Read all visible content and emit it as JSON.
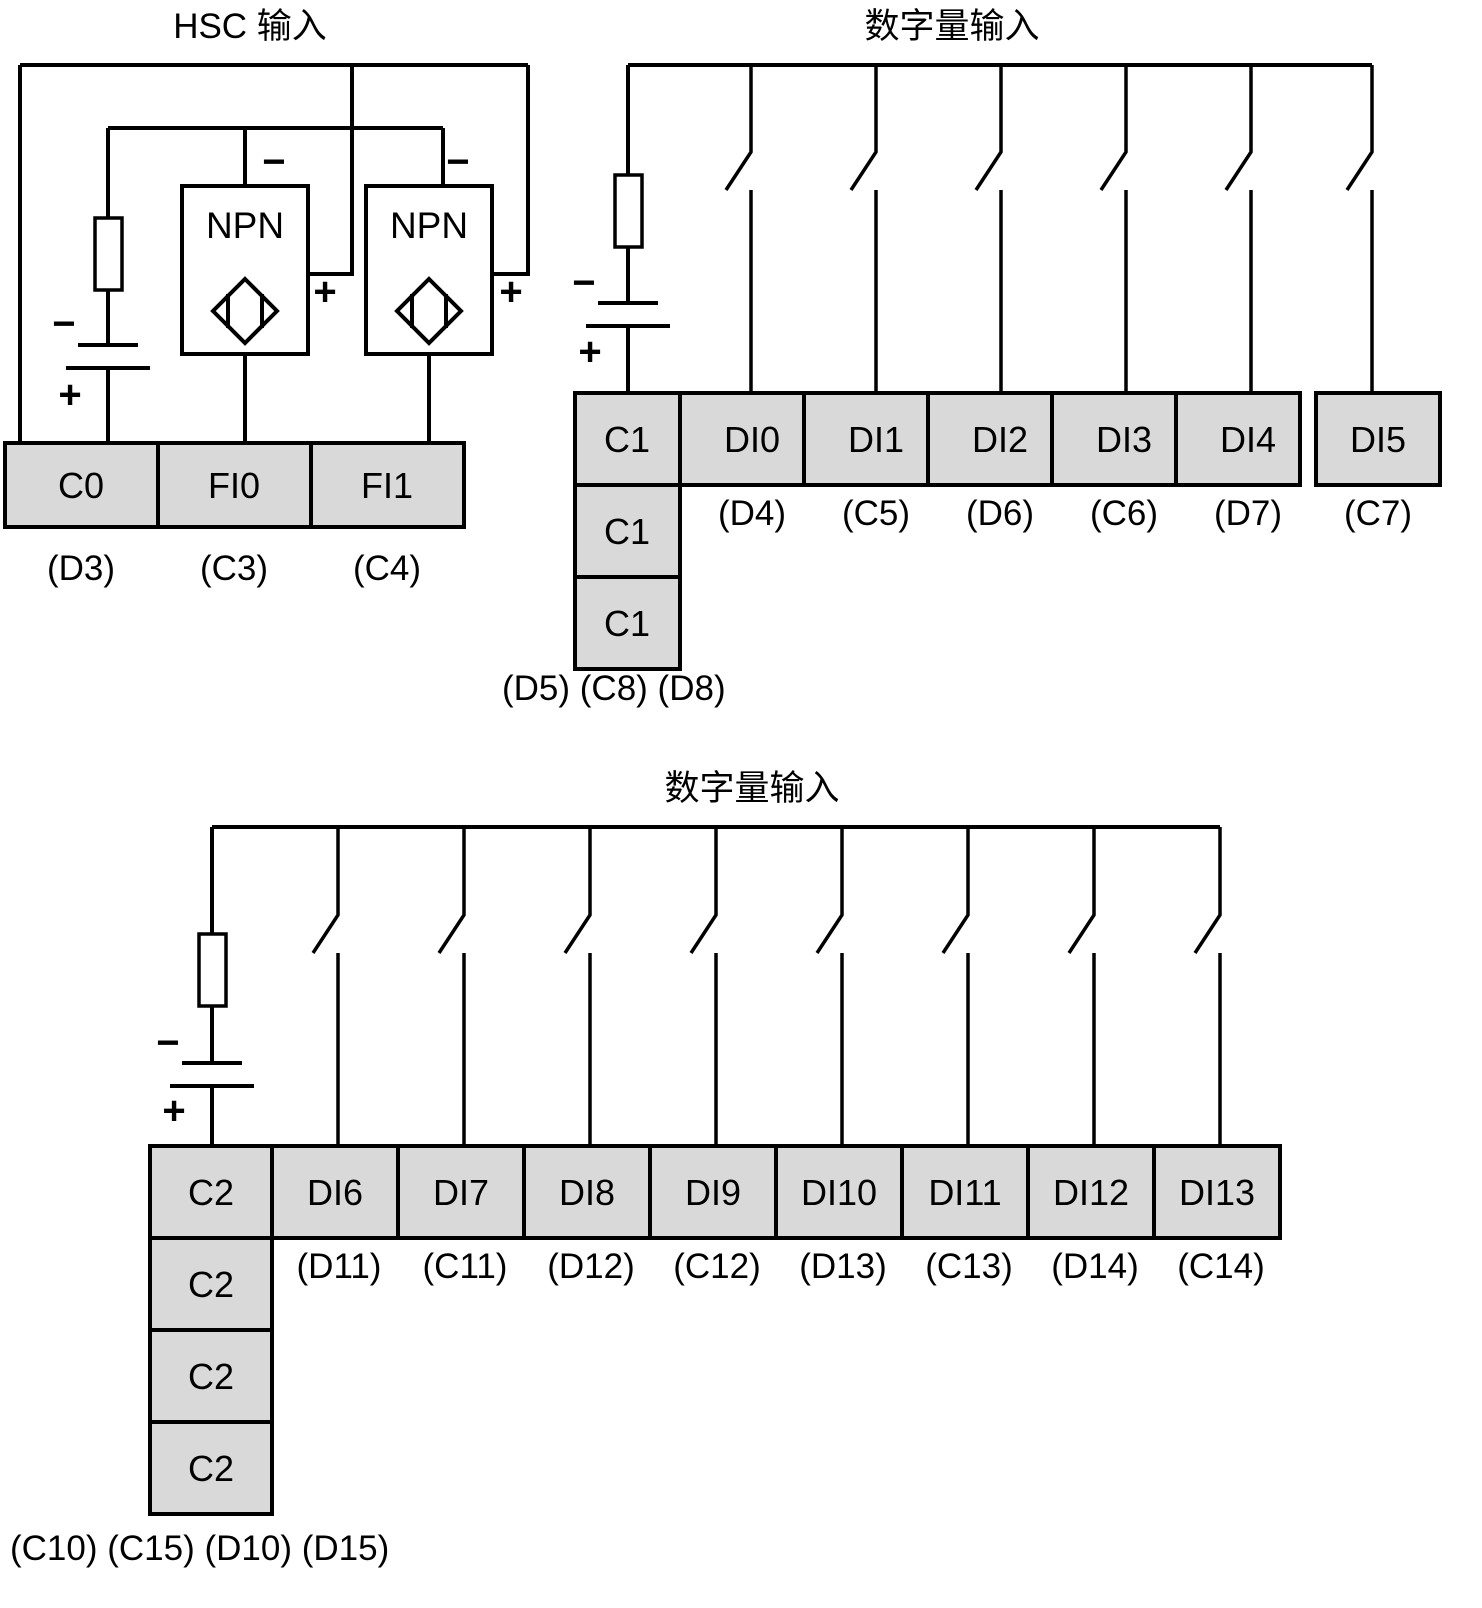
{
  "titles": {
    "hsc_input": "HSC 输入",
    "digital_input_top": "数字量输入",
    "digital_input_bottom": "数字量输入"
  },
  "colors": {
    "terminal_fill": "#d9d9d9",
    "line": "#000000",
    "background": "#ffffff"
  },
  "hsc_section": {
    "sensors": [
      {
        "label": "NPN",
        "minus_sign": "−",
        "plus_sign": "+"
      },
      {
        "label": "NPN",
        "minus_sign": "−",
        "plus_sign": "+"
      }
    ],
    "battery": {
      "minus_sign": "−",
      "plus_sign": "+"
    },
    "terminals": [
      {
        "name": "C0",
        "code": "(D3)"
      },
      {
        "name": "FI0",
        "code": "(C3)"
      },
      {
        "name": "FI1",
        "code": "(C4)"
      }
    ]
  },
  "digital_input_top": {
    "battery": {
      "minus_sign": "−",
      "plus_sign": "+"
    },
    "switch_count": 6,
    "common_stack": [
      {
        "name": "C1"
      },
      {
        "name": "C1"
      },
      {
        "name": "C1"
      }
    ],
    "common_codes": "(D5) (C8) (D8)",
    "terminals": [
      {
        "name": "DI0",
        "code": "(D4)"
      },
      {
        "name": "DI1",
        "code": "(C5)"
      },
      {
        "name": "DI2",
        "code": "(D6)"
      },
      {
        "name": "DI3",
        "code": "(C6)"
      },
      {
        "name": "DI4",
        "code": "(D7)"
      },
      {
        "name": "DI5",
        "code": "(C7)"
      }
    ]
  },
  "digital_input_bottom": {
    "battery": {
      "minus_sign": "−",
      "plus_sign": "+"
    },
    "switch_count": 8,
    "common_stack": [
      {
        "name": "C2"
      },
      {
        "name": "C2"
      },
      {
        "name": "C2"
      },
      {
        "name": "C2"
      }
    ],
    "common_codes": "(C10) (C15) (D10) (D15)",
    "terminals": [
      {
        "name": "DI6",
        "code": "(D11)"
      },
      {
        "name": "DI7",
        "code": "(C11)"
      },
      {
        "name": "DI8",
        "code": "(D12)"
      },
      {
        "name": "DI9",
        "code": "(C12)"
      },
      {
        "name": "DI10",
        "code": "(D13)"
      },
      {
        "name": "DI11",
        "code": "(C13)"
      },
      {
        "name": "DI12",
        "code": "(D14)"
      },
      {
        "name": "DI13",
        "code": "(C14)"
      }
    ]
  }
}
